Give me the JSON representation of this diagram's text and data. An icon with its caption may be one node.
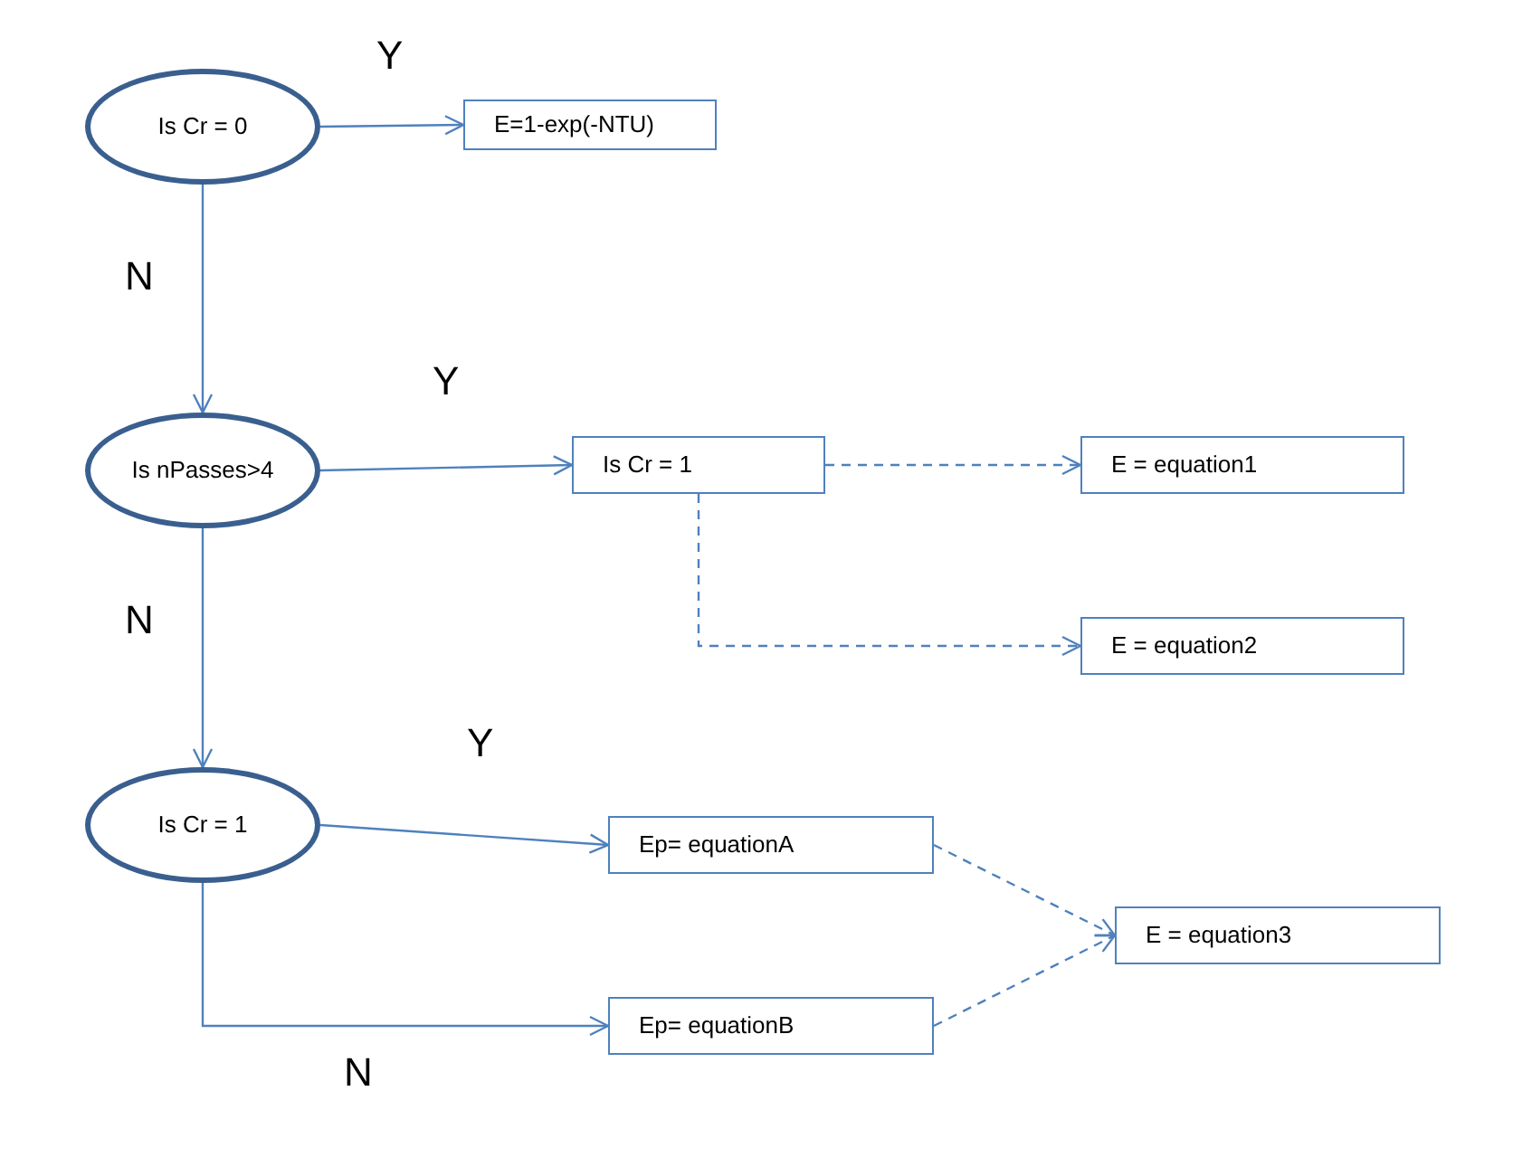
{
  "diagram": {
    "nodes": [
      {
        "text": [
          "Is Cr = 0"
        ]
      },
      {
        "text": [
          "E=1-exp(-NTU)"
        ]
      },
      {
        "text": [
          "Is nPasses>4"
        ]
      },
      {
        "text": [
          "Is Cr = 1"
        ]
      },
      {
        "text": [
          "E = equation1"
        ]
      },
      {
        "text": [
          "E = equation2"
        ]
      },
      {
        "text": [
          "Is Cr = 1"
        ]
      },
      {
        "text": [
          "Ep= equationA"
        ]
      },
      {
        "text": [
          "Ep= equationB"
        ]
      },
      {
        "text": [
          "E = equation3"
        ]
      }
    ],
    "edges": [
      {
        "from": 0,
        "to": 1,
        "arrow": "to",
        "label": "Y"
      },
      {
        "from": 0,
        "to": 2,
        "arrow": "to",
        "label": "N"
      },
      {
        "from": 2,
        "to": 3,
        "arrow": "to",
        "label": "Y"
      },
      {
        "from": 3,
        "to": 4,
        "arrow": "to",
        "style": "dashed"
      },
      {
        "from": 3,
        "to": 5,
        "arrow": "to",
        "style": "dashed"
      },
      {
        "from": 2,
        "to": 6,
        "arrow": "to",
        "label": "N"
      },
      {
        "from": 6,
        "to": 7,
        "arrow": "to",
        "label": "Y"
      },
      {
        "from": 6,
        "to": 8,
        "arrow": "to",
        "label": "N"
      },
      {
        "from": 7,
        "to": 9,
        "arrow": "to",
        "style": "dashed"
      },
      {
        "from": 8,
        "to": 9,
        "arrow": "to",
        "style": "dashed"
      }
    ]
  }
}
